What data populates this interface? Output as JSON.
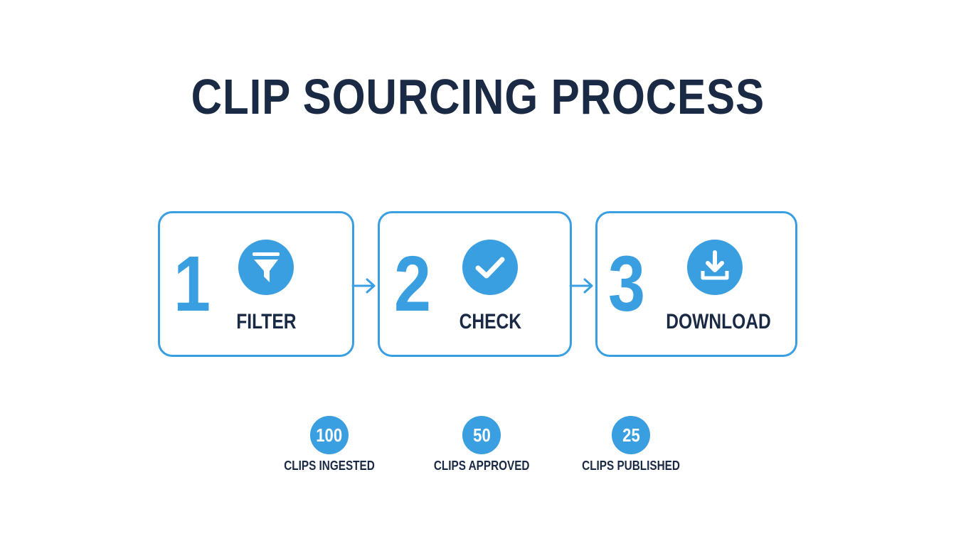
{
  "title": "CLIP SOURCING PROCESS",
  "steps": [
    {
      "number": "1",
      "label": "FILTER",
      "icon": "filter-icon"
    },
    {
      "number": "2",
      "label": "CHECK",
      "icon": "checkmark-icon"
    },
    {
      "number": "3",
      "label": "DOWNLOAD",
      "icon": "download-icon"
    }
  ],
  "stats": [
    {
      "value": "100",
      "label": "CLIPS INGESTED"
    },
    {
      "value": "50",
      "label": "CLIPS APPROVED"
    },
    {
      "value": "25",
      "label": "CLIPS PUBLISHED"
    }
  ],
  "colors": {
    "accent": "#3a9fe0",
    "text": "#1b2a44"
  }
}
